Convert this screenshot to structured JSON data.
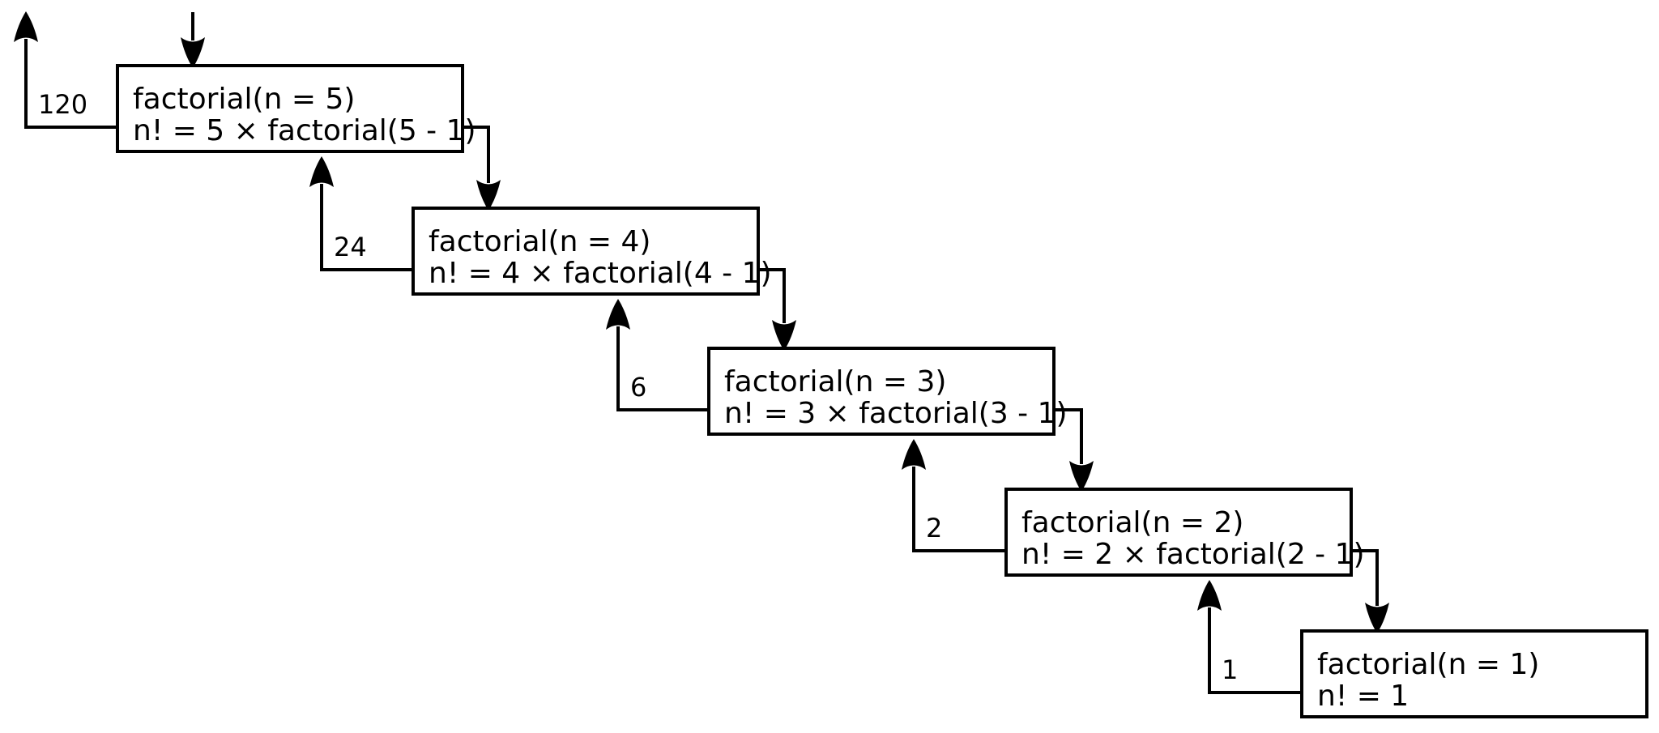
{
  "frames": [
    {
      "line1": "factorial(n = 5)",
      "line2": "n! = 5 × factorial(5 - 1)",
      "return_value": "120"
    },
    {
      "line1": "factorial(n = 4)",
      "line2": "n! = 4 × factorial(4 - 1)",
      "return_value": "24"
    },
    {
      "line1": "factorial(n = 3)",
      "line2": "n! = 3 × factorial(3 - 1)",
      "return_value": "6"
    },
    {
      "line1": "factorial(n = 2)",
      "line2": "n! = 2 × factorial(2 - 1)",
      "return_value": "2"
    },
    {
      "line1": "factorial(n = 1)",
      "line2": "n! = 1",
      "return_value": "1"
    }
  ],
  "colors": {
    "line": "#000000",
    "text": "#000000",
    "background": "#ffffff"
  }
}
